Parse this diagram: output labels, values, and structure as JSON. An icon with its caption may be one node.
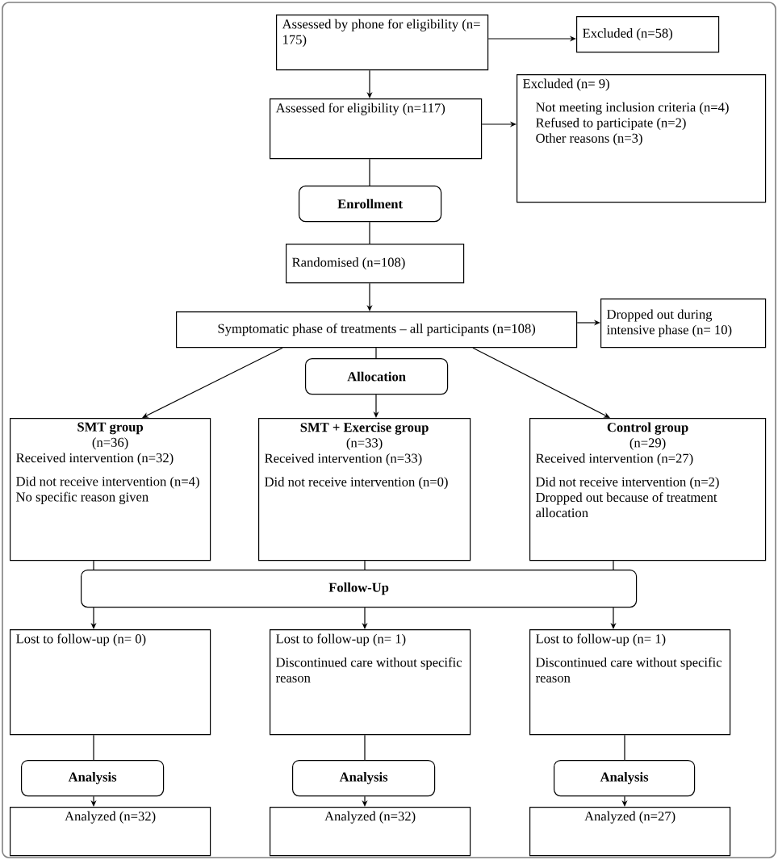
{
  "diagram": {
    "nodes": [
      {
        "text": [
          "Assessed by phone for eligibility (n= 175)"
        ]
      },
      {
        "text": [
          "Excluded  (n=58)"
        ]
      },
      {
        "text": [
          "Assessed for eligibility (n=117)"
        ]
      },
      {
        "text": [
          "Excluded (n= 9)",
          "Not meeting inclusion criteria (n=4)",
          "Refused to participate (n=2)",
          "Other reasons (n=3)"
        ]
      },
      {
        "text": [
          "Enrollment"
        ]
      },
      {
        "text": [
          "Randomised (n=108)"
        ]
      },
      {
        "text": [
          "Symptomatic phase of treatments – all participants (n=108)"
        ]
      },
      {
        "text": [
          "Dropped out during intensive phase (n= 10)"
        ]
      },
      {
        "text": [
          "Allocation"
        ]
      },
      {
        "text": [
          "SMT group",
          "(n=36)",
          "Received intervention (n=32)",
          "Did not receive intervention (n=4)",
          "No specific reason given"
        ]
      },
      {
        "text": [
          "SMT + Exercise group",
          "(n=33)",
          "Received intervention (n=33)",
          "Did not receive intervention (n=0)"
        ]
      },
      {
        "text": [
          "Control group",
          "(n=29)",
          "Received intervention (n=27)",
          "Did not receive intervention (n=2)",
          "Dropped out because of treatment allocation"
        ]
      },
      {
        "text": [
          "Follow-Up"
        ]
      },
      {
        "text": [
          "Lost to follow-up (n= 0)"
        ]
      },
      {
        "text": [
          "Lost to follow-up (n= 1)",
          "Discontinued care without specific reason"
        ]
      },
      {
        "text": [
          "Lost to follow-up (n= 1)",
          "Discontinued care without specific reason"
        ]
      },
      {
        "text": [
          "Analysis"
        ]
      },
      {
        "text": [
          "Analysis"
        ]
      },
      {
        "text": [
          "Analysis"
        ]
      },
      {
        "text": [
          "Analyzed (n=32)"
        ]
      },
      {
        "text": [
          "Analyzed (n=32)"
        ]
      },
      {
        "text": [
          "Analyzed (n=27)"
        ]
      }
    ],
    "edges": [
      {
        "from": 0,
        "to": 1,
        "arrow": "to"
      },
      {
        "from": 0,
        "to": 2,
        "arrow": "to"
      },
      {
        "from": 2,
        "to": 3,
        "arrow": "to"
      },
      {
        "from": 2,
        "to": 4,
        "arrow": "none"
      },
      {
        "from": 4,
        "to": 5,
        "arrow": "none"
      },
      {
        "from": 5,
        "to": 6,
        "arrow": "to"
      },
      {
        "from": 6,
        "to": 7,
        "arrow": "to"
      },
      {
        "from": 6,
        "to": 9,
        "arrow": "to"
      },
      {
        "from": 6,
        "to": 8,
        "arrow": "none"
      },
      {
        "from": 8,
        "to": 10,
        "arrow": "to"
      },
      {
        "from": 6,
        "to": 11,
        "arrow": "to"
      },
      {
        "from": 9,
        "to": 12,
        "arrow": "none"
      },
      {
        "from": 10,
        "to": 12,
        "arrow": "none"
      },
      {
        "from": 11,
        "to": 12,
        "arrow": "none"
      },
      {
        "from": 12,
        "to": 13,
        "arrow": "to"
      },
      {
        "from": 12,
        "to": 14,
        "arrow": "to"
      },
      {
        "from": 12,
        "to": 15,
        "arrow": "to"
      },
      {
        "from": 13,
        "to": 16,
        "arrow": "none"
      },
      {
        "from": 14,
        "to": 17,
        "arrow": "none"
      },
      {
        "from": 15,
        "to": 18,
        "arrow": "none"
      },
      {
        "from": 16,
        "to": 19,
        "arrow": "to"
      },
      {
        "from": 17,
        "to": 20,
        "arrow": "to"
      },
      {
        "from": 18,
        "to": 21,
        "arrow": "to"
      }
    ]
  }
}
